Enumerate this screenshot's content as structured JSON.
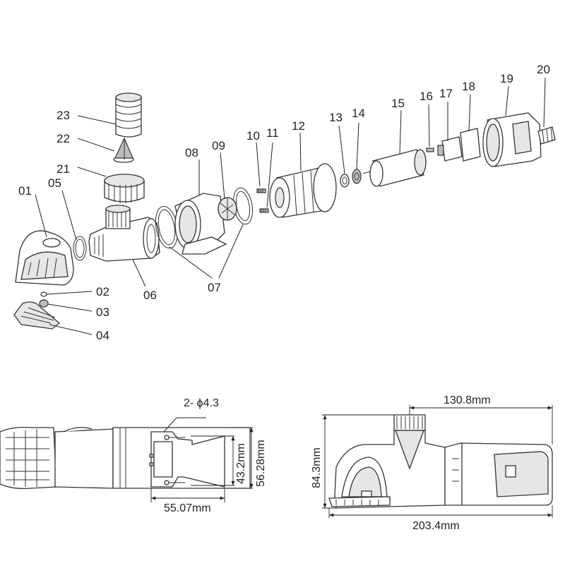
{
  "part_labels": {
    "p01": "01",
    "p02": "02",
    "p03": "03",
    "p04": "04",
    "p05": "05",
    "p06": "06",
    "p07": "07",
    "p08": "08",
    "p09": "09",
    "p10": "10",
    "p11": "11",
    "p12": "12",
    "p13": "13",
    "p14": "14",
    "p15": "15",
    "p16": "16",
    "p17": "17",
    "p18": "18",
    "p19": "19",
    "p20": "20",
    "p21": "21",
    "p22": "22",
    "p23": "23"
  },
  "dimensions": {
    "holes": "2- ϕ4.3",
    "inner_height": "43.2mm",
    "outer_height": "56.28mm",
    "mount_width": "55.07mm",
    "outlet_offset": "130.8mm",
    "total_height": "84.3mm",
    "total_length": "203.4mm"
  }
}
